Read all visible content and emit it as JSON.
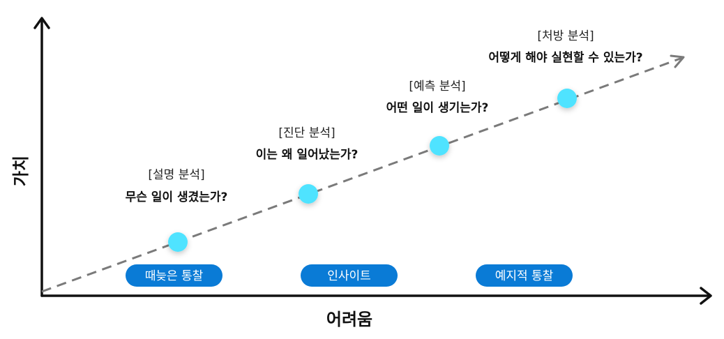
{
  "axes": {
    "x_label": "어려움",
    "y_label": "가치"
  },
  "stages": [
    {
      "name": "[설명 분석]",
      "question": "무슨 일이 생겼는가?"
    },
    {
      "name": "[진단 분석]",
      "question": "이는 왜 일어났는가?"
    },
    {
      "name": "[예측 분석]",
      "question": "어떤 일이 생기는가?"
    },
    {
      "name": "[처방 분석]",
      "question": "어떻게 해야 실현할 수 있는가?"
    }
  ],
  "categories": [
    {
      "label": "때늦은 통찰"
    },
    {
      "label": "인사이트"
    },
    {
      "label": "예지적 통찰"
    }
  ],
  "colors": {
    "dot": "#4fe3ff",
    "pill": "#0a7bd6",
    "trend_line": "#7a7a7a",
    "axis": "#111111"
  }
}
